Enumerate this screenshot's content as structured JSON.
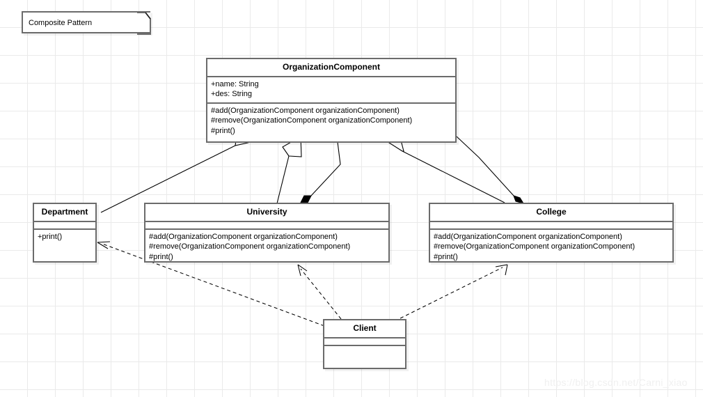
{
  "diagram": {
    "kind": "uml-class-diagram",
    "note": {
      "text": "Composite Pattern"
    },
    "watermark": "https://blog.csdn.net/Carni_xiao",
    "colors": {
      "background": "#ffffff",
      "grid_line": "#eaeaea",
      "box_border": "#6b6b6b",
      "box_fill": "#ffffff",
      "connector": "#000000",
      "watermark": "#f0f0f0"
    },
    "classes": {
      "organization_component": {
        "name": "OrganizationComponent",
        "attributes": [
          "+name: String",
          "+des: String"
        ],
        "operations": [
          "#add(OrganizationComponent organizationComponent)",
          "#remove(OrganizationComponent organizationComponent)",
          "#print()"
        ]
      },
      "department": {
        "name": "Department",
        "attributes": [],
        "operations": [
          "+print()"
        ]
      },
      "university": {
        "name": "University",
        "attributes": [],
        "operations": [
          "#add(OrganizationComponent organizationComponent)",
          "#remove(OrganizationComponent organizationComponent)",
          "#print()"
        ]
      },
      "college": {
        "name": "College",
        "attributes": [],
        "operations": [
          "#add(OrganizationComponent organizationComponent)",
          "#remove(OrganizationComponent organizationComponent)",
          "#print()"
        ]
      },
      "client": {
        "name": "Client",
        "attributes": [],
        "operations": []
      }
    },
    "relationships": [
      {
        "id": "gen-department",
        "type": "generalization",
        "from": "Department",
        "to": "OrganizationComponent"
      },
      {
        "id": "gen-university",
        "type": "generalization",
        "from": "University",
        "to": "OrganizationComponent"
      },
      {
        "id": "gen-college",
        "type": "generalization",
        "from": "College",
        "to": "OrganizationComponent"
      },
      {
        "id": "comp-university",
        "type": "composition",
        "from": "OrganizationComponent",
        "to": "University"
      },
      {
        "id": "comp-college",
        "type": "composition",
        "from": "OrganizationComponent",
        "to": "College"
      },
      {
        "id": "dep-client-department",
        "type": "dependency",
        "from": "Client",
        "to": "Department"
      },
      {
        "id": "dep-client-university",
        "type": "dependency",
        "from": "Client",
        "to": "University"
      },
      {
        "id": "dep-client-college",
        "type": "dependency",
        "from": "Client",
        "to": "College"
      }
    ]
  }
}
